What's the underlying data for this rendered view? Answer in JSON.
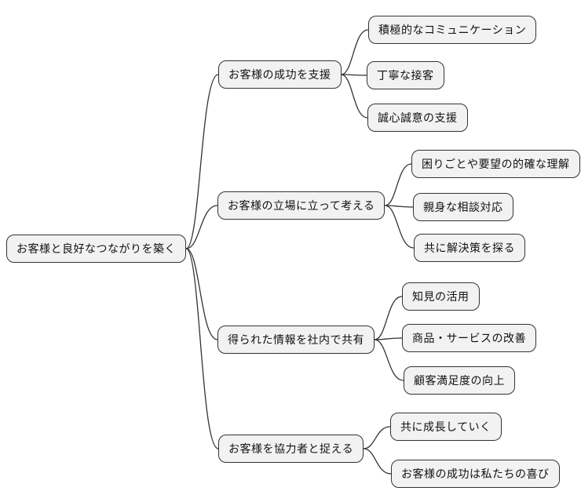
{
  "mindmap": {
    "root": {
      "label": "お客様と良好なつながりを築く",
      "children": [
        {
          "label": "お客様の成功を支援",
          "children": [
            {
              "label": "積極的なコミュニケーション"
            },
            {
              "label": "丁寧な接客"
            },
            {
              "label": "誠心誠意の支援"
            }
          ]
        },
        {
          "label": "お客様の立場に立って考える",
          "children": [
            {
              "label": "困りごとや要望の的確な理解"
            },
            {
              "label": "親身な相談対応"
            },
            {
              "label": "共に解決策を探る"
            }
          ]
        },
        {
          "label": "得られた情報を社内で共有",
          "children": [
            {
              "label": "知見の活用"
            },
            {
              "label": "商品・サービスの改善"
            },
            {
              "label": "顧客満足度の向上"
            }
          ]
        },
        {
          "label": "お客様を協力者と捉える",
          "children": [
            {
              "label": "共に成長していく"
            },
            {
              "label": "お客様の成功は私たちの喜び"
            }
          ]
        }
      ]
    },
    "style": {
      "background": "#ffffff",
      "node_fill": "#f2f2f2",
      "node_border": "#333333",
      "line_color": "#333333"
    }
  }
}
